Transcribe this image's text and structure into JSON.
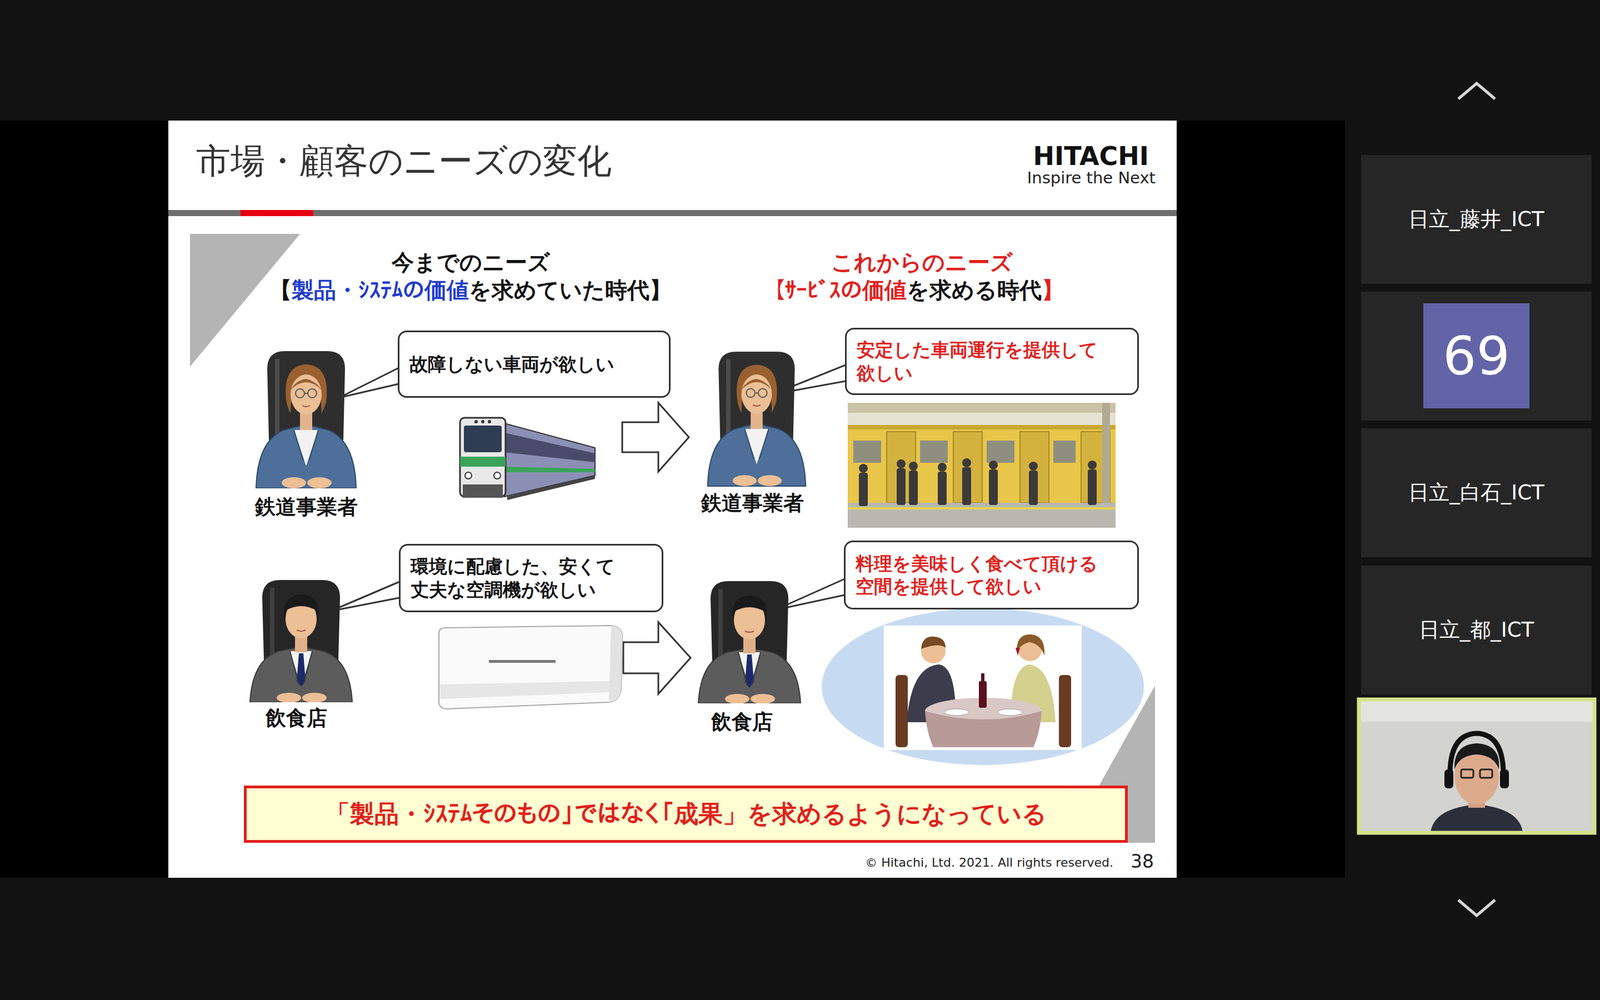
{
  "diagram": {
    "title": "市場・顧客のニーズの変化",
    "nodes": [
      {
        "text": [
          "故障しない車両が欲しい"
        ]
      },
      {
        "text": [
          "安定した車両運行を提供して欲しい"
        ]
      },
      {
        "text": [
          "環境に配慮した、安くて丈夫な空調機が欲しい"
        ]
      },
      {
        "text": [
          "料理を美味しく食べて頂ける空間を提供して欲しい"
        ]
      },
      {
        "text": [
          "「製品・ｼｽﾃﾑそのもの」ではなく「成果」を求めるようになっている"
        ]
      },
      {
        "text": [
          "日立_藤井_ICT"
        ]
      },
      {
        "text": [
          "69"
        ]
      },
      {
        "text": [
          "日立_白石_ICT"
        ]
      },
      {
        "text": [
          "日立_都_ICT"
        ]
      }
    ],
    "labels": [
      "HITACHI",
      "Inspire the Next",
      "今までのニーズ",
      "【",
      "製品・ｼｽﾃﾑの価値",
      "を求めていた時代】",
      "これからのニーズ",
      "【ｻｰﾋﾞｽの価値",
      "を求める時代",
      "】",
      "鉄道事業者",
      "鉄道事業者",
      "飲食店",
      "飲食店",
      "© Hitachi, Ltd. 2021. All rights reserved.",
      "38"
    ]
  }
}
